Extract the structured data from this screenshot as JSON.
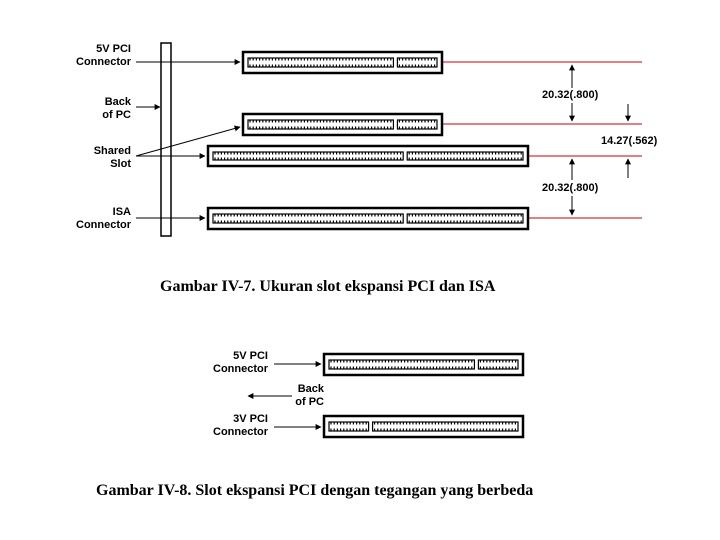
{
  "figure1": {
    "labels": {
      "pci5v_line1": "5V PCI",
      "pci5v_line2": "Connector",
      "back_line1": "Back",
      "back_line2": "of PC",
      "shared_line1": "Shared",
      "shared_line2": "Slot",
      "isa_line1": "ISA",
      "isa_line2": "Connector"
    },
    "dimensions": {
      "upper": "20.32(.800)",
      "middle": "14.27(.562)",
      "lower": "20.32(.800)"
    },
    "caption": "Gambar IV-7. Ukuran slot ekspansi PCI dan ISA"
  },
  "figure2": {
    "labels": {
      "pci5v_line1": "5V PCI",
      "pci5v_line2": "Connector",
      "back_line1": "Back",
      "back_line2": "of PC",
      "pci3v_line1": "3V PCI",
      "pci3v_line2": "Connector"
    },
    "caption": "Gambar IV-8. Slot ekspansi PCI dengan tegangan yang berbeda"
  },
  "colors": {
    "reference_line": "#cc0000",
    "ink": "#000000"
  }
}
